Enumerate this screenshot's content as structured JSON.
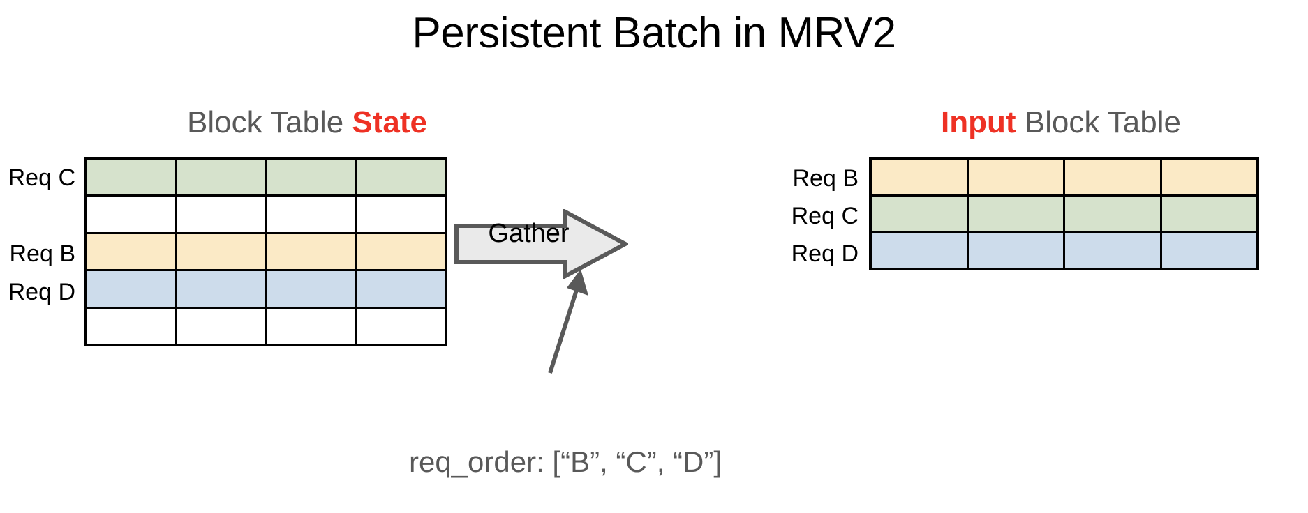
{
  "title": "Persistent Batch in MRV2",
  "colors": {
    "accent_red": "#EE3124",
    "heading_gray": "#595959",
    "cell_green": "#D6E2CC",
    "cell_yellow": "#FBEAC6",
    "cell_blue": "#CDDCEB",
    "arrow_fill": "#EAEAEA",
    "arrow_stroke": "#595959",
    "grid_line": "#000000"
  },
  "left_panel": {
    "heading_prefix": "Block Table ",
    "heading_accent": "State",
    "row_labels": [
      "Req C",
      "",
      "Req B",
      "Req D",
      ""
    ],
    "rows": [
      {
        "label": "Req C",
        "color": "green",
        "cells": 4
      },
      {
        "label": "",
        "color": "empty",
        "cells": 4
      },
      {
        "label": "Req B",
        "color": "yellow",
        "cells": 4
      },
      {
        "label": "Req D",
        "color": "blue",
        "cells": 4
      },
      {
        "label": "",
        "color": "empty",
        "cells": 4
      }
    ],
    "columns": 4
  },
  "right_panel": {
    "heading_accent": "Input",
    "heading_suffix": " Block Table",
    "rows": [
      {
        "label": "Req B",
        "color": "yellow",
        "cells": 4
      },
      {
        "label": "Req C",
        "color": "green",
        "cells": 4
      },
      {
        "label": "Req D",
        "color": "blue",
        "cells": 4
      }
    ],
    "columns": 4
  },
  "arrow": {
    "label": "Gather",
    "icon": "block-arrow-right-icon"
  },
  "caption": {
    "text": "req_order: [“B”, “C”, “D”]",
    "pointer_icon": "arrow-up-icon"
  }
}
